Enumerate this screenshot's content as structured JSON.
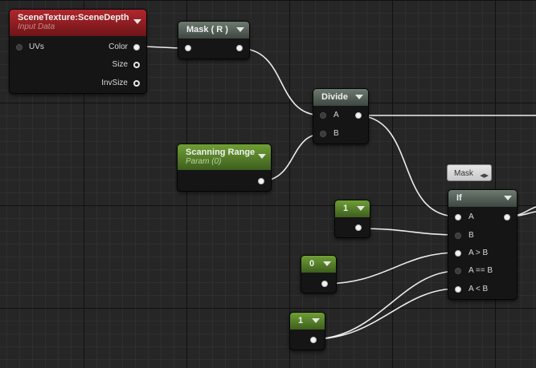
{
  "nodes": {
    "scene_texture": {
      "title": "SceneTexture:SceneDepth",
      "subtitle": "Input Data",
      "inputs": [
        "UVs"
      ],
      "outputs": [
        "Color",
        "Size",
        "InvSize"
      ]
    },
    "mask": {
      "title": "Mask ( R )"
    },
    "divide": {
      "title": "Divide",
      "inputs": [
        "A",
        "B"
      ]
    },
    "scanning_range": {
      "title": "Scanning Range",
      "subtitle": "Param (0)"
    },
    "const_1a": {
      "value": "1"
    },
    "const_0": {
      "value": "0"
    },
    "const_1b": {
      "value": "1"
    },
    "if_node": {
      "title": "If",
      "comment": "Mask",
      "comment_icon": "◀▶",
      "inputs": [
        "A",
        "B",
        "A > B",
        "A == B",
        "A < B"
      ]
    }
  },
  "colors": {
    "graph_background": "#262626",
    "input_data_header": "#b0272d",
    "math_header": "#6c7a70",
    "parameter_header": "#6f9f35",
    "wire": "#ededed"
  }
}
